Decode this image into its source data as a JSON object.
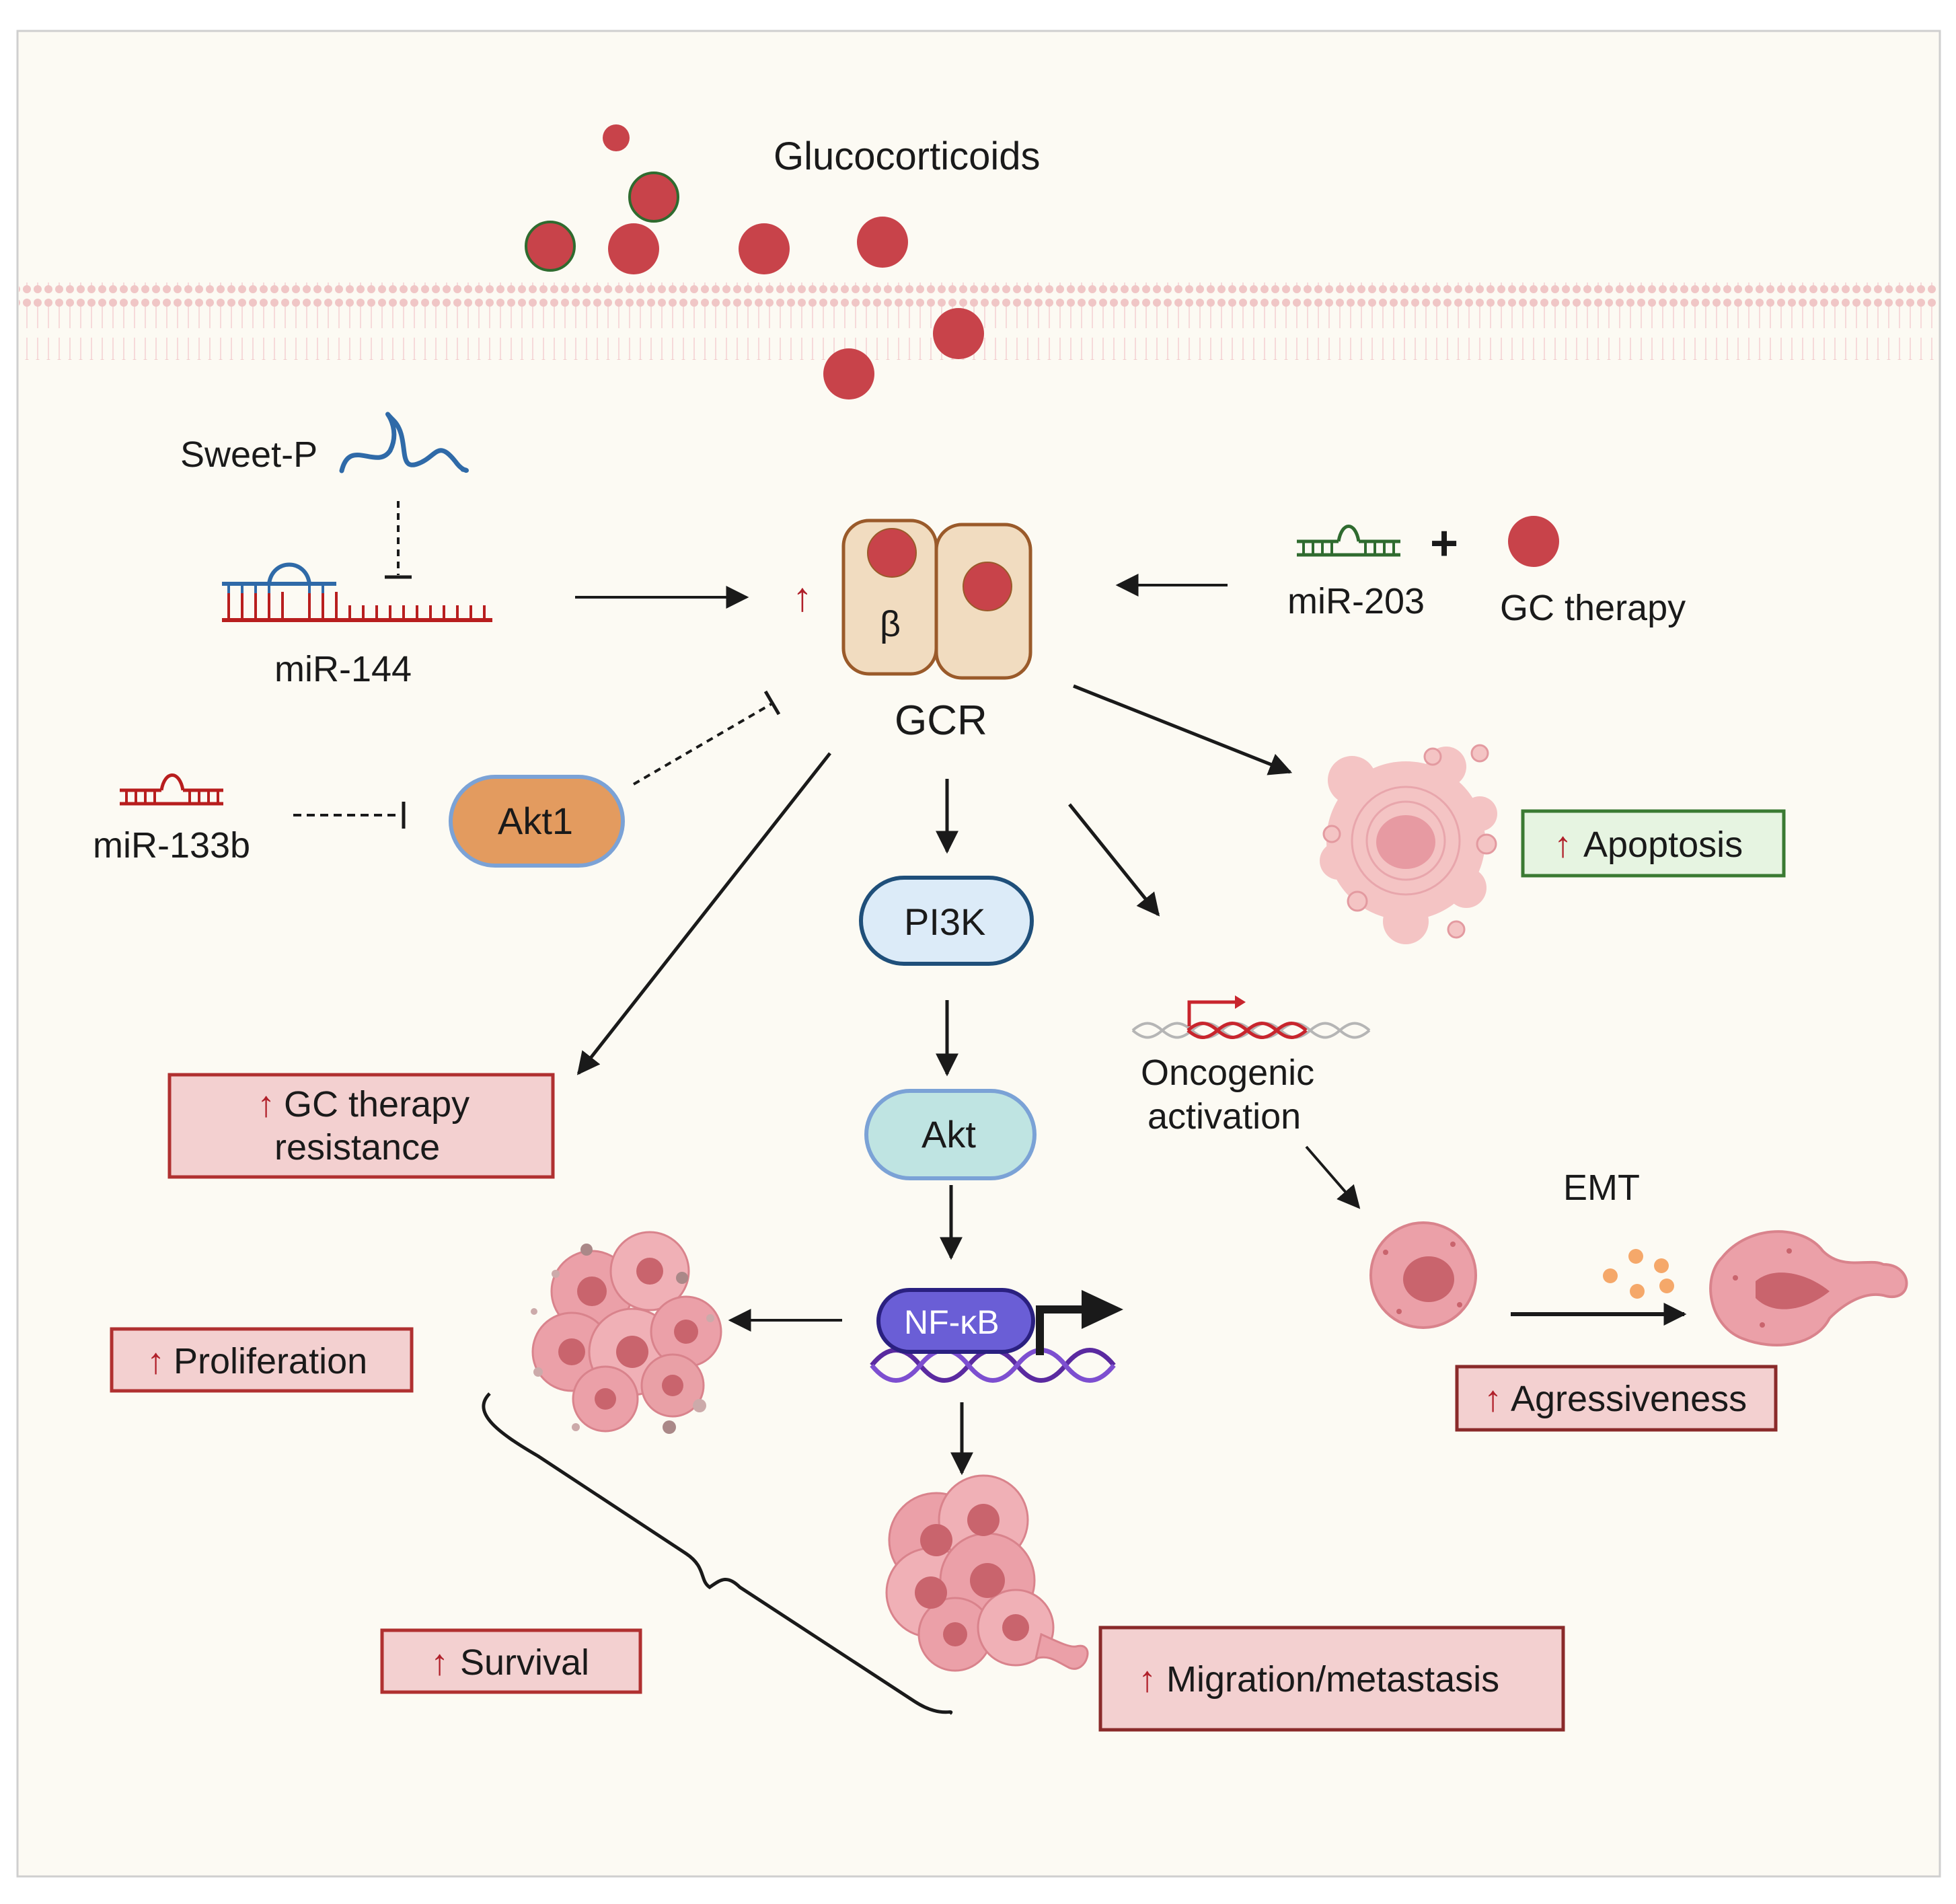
{
  "colors": {
    "background": "#fcfaf3",
    "frame": "#cfcfcf",
    "membrane": "#f0c6c6",
    "glucocorticoid_red": "#c8434a",
    "glucocorticoid_green_ring": "#2f6b2f",
    "receptor_fill": "#f1dcc0",
    "receptor_stroke": "#9a5a2a",
    "pi3k_fill": "#dcebf8",
    "pi3k_stroke": "#1f4f7a",
    "akt_fill": "#bfe4e2",
    "akt_stroke": "#7ba2d6",
    "akt1_fill": "#e39b5f",
    "akt1_stroke": "#7ba2d6",
    "nfkb_fill": "#6a5ed6",
    "nfkb_stroke": "#2a2080",
    "mirna_red": "#b81e1e",
    "mirna_green": "#2f6b2f",
    "mirna_blue": "#2f6aa8",
    "outcome_fill": "#f5cfcf",
    "outcome_stroke": "#b03030",
    "apoptosis_fill": "#e6f4e1",
    "apoptosis_stroke": "#3a7a32",
    "cell_pink": "#eba0a8",
    "cell_dark": "#c9646d"
  },
  "labels": {
    "glucocorticoids": "Glucocorticoids",
    "sweet_p": "Sweet-P",
    "mir144": "miR-144",
    "mir133b": "miR-133b",
    "mir203": "miR-203",
    "plus": "+",
    "gc_therapy": "GC therapy",
    "beta": "β",
    "gcr": "GCR",
    "akt1": "Akt1",
    "pi3k": "PI3K",
    "akt": "Akt",
    "nfkb": "NF-κB",
    "oncogenic_line1": "Oncogenic",
    "oncogenic_line2": "activation",
    "emt": "EMT"
  },
  "outcomes": {
    "apoptosis": "Apoptosis",
    "gc_resistance_line1": "GC therapy",
    "gc_resistance_line2": "resistance",
    "proliferation": "Proliferation",
    "survival": "Survival",
    "migration": "Migration/metastasis",
    "aggressiveness": "Agressiveness"
  },
  "icons": {
    "up_arrow": "↑",
    "up_arrow_icon": "up-arrow-icon",
    "dna_icon": "dna-helix-icon",
    "promoter_icon": "promoter-arrow-icon",
    "cell_icon": "cancer-cell-icon"
  }
}
